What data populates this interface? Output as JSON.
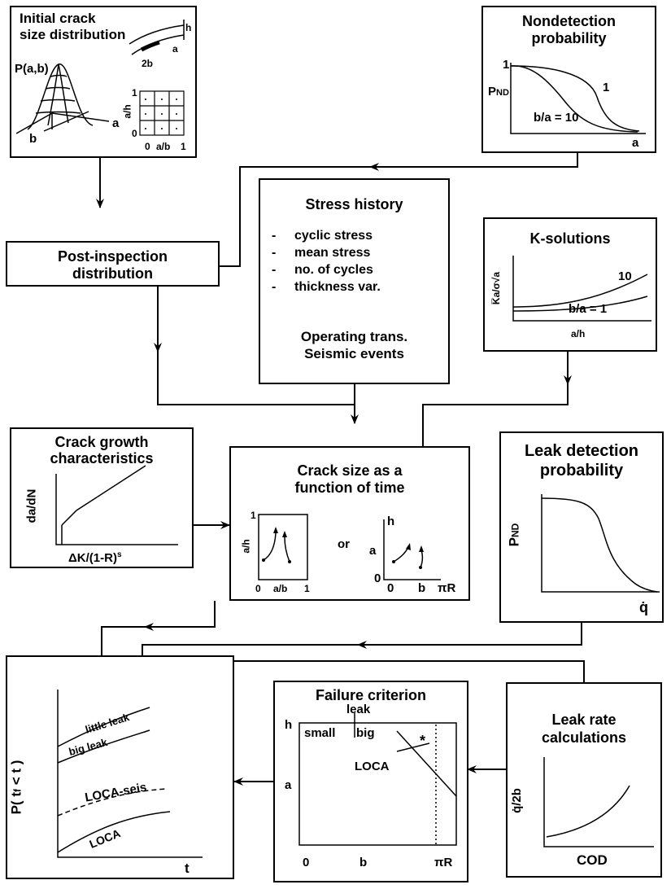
{
  "initial": {
    "title": [
      "Initial crack",
      "size distribution"
    ],
    "p_label": "P(a,b)",
    "axis_a": "a",
    "axis_b": "b",
    "small_h": "h",
    "small_2b": "2b",
    "small_a": "a",
    "grid_y": "a/h",
    "grid_x": "a/b",
    "grid_y1": "1",
    "grid_y0": "0",
    "grid_x0": "0",
    "grid_x1": "1"
  },
  "nondetect": {
    "title": [
      "Nondetection",
      "probability"
    ],
    "ylabel": "P",
    "ysub": "ND",
    "y1": "1",
    "curve1": "1",
    "curve2": "b/a = 10",
    "xlabel": "a"
  },
  "post": {
    "title": [
      "Post-inspection",
      "distribution"
    ]
  },
  "stress": {
    "title": "Stress history",
    "items": [
      "cyclic stress",
      "mean stress",
      "no. of cycles",
      "thickness var."
    ],
    "dash": "-",
    "footer": [
      "Operating trans.",
      "Seismic events"
    ]
  },
  "ksol": {
    "title": "K-solutions",
    "ylabel": "K̅a/σ√a",
    "c1": "10",
    "c2": "b/a = 1",
    "xlabel": "a/h"
  },
  "growth": {
    "title": [
      "Crack growth",
      "characteristics"
    ],
    "ylabel": "da/dN",
    "xlabel": "ΔK/(1-R)",
    "xsup": "s"
  },
  "cracksize": {
    "title": [
      "Crack size as a",
      "function of time"
    ],
    "l_y": "a/h",
    "l_y1": "1",
    "l_x0": "0",
    "l_x": "a/b",
    "l_x1": "1",
    "or": "or",
    "r_h": "h",
    "r_a": "a",
    "r_0": "0",
    "r_x0": "0",
    "r_b": "b",
    "r_pr": "πR"
  },
  "leakdet": {
    "title": [
      "Leak detection",
      "probability"
    ],
    "ylabel": "P",
    "ysub": "ND",
    "xlabel": "q̇"
  },
  "prob": {
    "ylabel": "P( t",
    "ysub": "f",
    "ylabel2": " < t )",
    "curves": [
      "little leak",
      "big leak",
      "LOCA-seis",
      "LOCA"
    ],
    "xlabel": "t"
  },
  "failure": {
    "title": "Failure criterion",
    "leak": "leak",
    "h": "h",
    "small": "small",
    "big": "big",
    "loca": "LOCA",
    "star": "*",
    "a": "a",
    "x0": "0",
    "xb": "b",
    "xpr": "πR"
  },
  "leakrate": {
    "title": [
      "Leak rate",
      "calculations"
    ],
    "ylabel": "q̇/2b",
    "xlabel": "COD"
  }
}
